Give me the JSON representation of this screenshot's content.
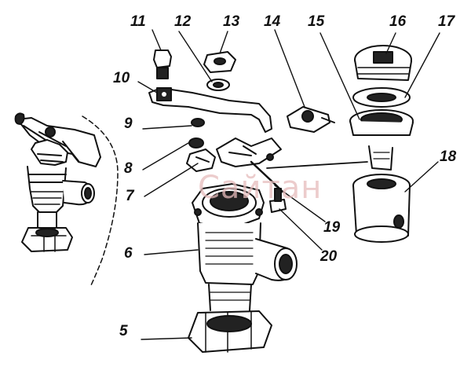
{
  "callouts": [
    {
      "id": "5",
      "text": "5"
    },
    {
      "id": "6",
      "text": "6"
    },
    {
      "id": "7",
      "text": "7"
    },
    {
      "id": "8",
      "text": "8"
    },
    {
      "id": "9",
      "text": "9"
    },
    {
      "id": "10",
      "text": "10"
    },
    {
      "id": "11",
      "text": "11"
    },
    {
      "id": "12",
      "text": "12"
    },
    {
      "id": "13",
      "text": "13"
    },
    {
      "id": "14",
      "text": "14"
    },
    {
      "id": "15",
      "text": "15"
    },
    {
      "id": "16",
      "text": "16"
    },
    {
      "id": "17",
      "text": "17"
    },
    {
      "id": "18",
      "text": "18"
    },
    {
      "id": "19",
      "text": "19"
    },
    {
      "id": "20",
      "text": "20"
    }
  ],
  "watermark": {
    "text": "Сайтан"
  },
  "colors": {
    "ink": "#111111",
    "watermark": "#e6bcbc"
  }
}
